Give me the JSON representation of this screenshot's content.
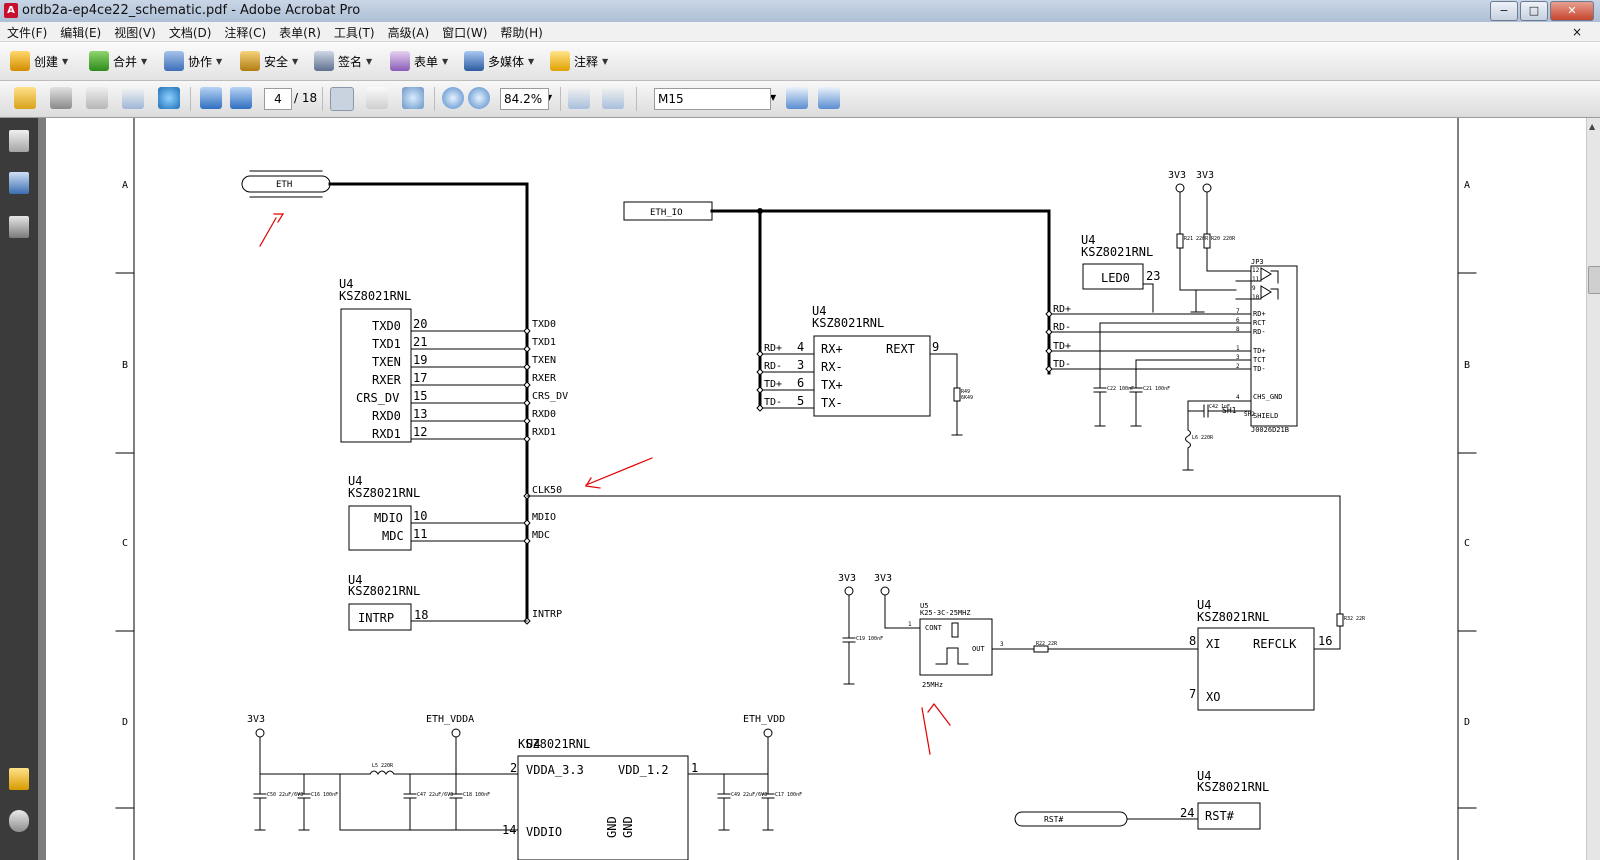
{
  "window": {
    "title": "ordb2a-ep4ce22_schematic.pdf - Adobe Acrobat Pro",
    "app_icon": "pdf-icon",
    "buttons": {
      "minimize": "−",
      "maximize": "□",
      "close": "✕"
    }
  },
  "menu": [
    "文件(F)",
    "编辑(E)",
    "视图(V)",
    "文档(D)",
    "注释(C)",
    "表单(R)",
    "工具(T)",
    "高级(A)",
    "窗口(W)",
    "帮助(H)"
  ],
  "menu_close": "×",
  "toolbar1": [
    {
      "label": "创建",
      "icon": "create-icon"
    },
    {
      "label": "合并",
      "icon": "combine-icon"
    },
    {
      "label": "协作",
      "icon": "collaborate-icon"
    },
    {
      "label": "安全",
      "icon": "lock-icon"
    },
    {
      "label": "签名",
      "icon": "pen-icon"
    },
    {
      "label": "表单",
      "icon": "form-icon"
    },
    {
      "label": "多媒体",
      "icon": "multimedia-icon"
    },
    {
      "label": "注释",
      "icon": "comment-icon"
    }
  ],
  "toolbar2": {
    "page_current": "4",
    "page_total": "/ 18",
    "zoom": "84.2%",
    "find_value": "M15"
  },
  "schematic": {
    "rows": [
      "A",
      "B",
      "C",
      "D"
    ],
    "eth_port": "ETH",
    "eth_io_port": "ETH_IO",
    "ref": "U4",
    "part": "KSZ8021RNL",
    "mii_pins": [
      {
        "name": "TXD0",
        "num": "20",
        "net": "TXD0"
      },
      {
        "name": "TXD1",
        "num": "21",
        "net": "TXD1"
      },
      {
        "name": "TXEN",
        "num": "19",
        "net": "TXEN"
      },
      {
        "name": "RXER",
        "num": "17",
        "net": "RXER"
      },
      {
        "name": "CRS_DV",
        "num": "15",
        "net": "CRS_DV"
      },
      {
        "name": "RXD0",
        "num": "13",
        "net": "RXD0"
      },
      {
        "name": "RXD1",
        "num": "12",
        "net": "RXD1"
      }
    ],
    "clk_net": "CLK50",
    "mdio_pins": [
      {
        "name": "MDIO",
        "num": "10",
        "net": "MDIO"
      },
      {
        "name": "MDC",
        "num": "11",
        "net": "MDC"
      }
    ],
    "intrp": {
      "name": "INTRP",
      "num": "18",
      "net": "INTRP"
    },
    "phy_pins": [
      {
        "name": "RX+",
        "num": "4",
        "net": "RD+"
      },
      {
        "name": "RX-",
        "num": "3",
        "net": "RD-"
      },
      {
        "name": "TX+",
        "num": "6",
        "net": "TD+"
      },
      {
        "name": "TX-",
        "num": "5",
        "net": "TD-"
      }
    ],
    "rext": {
      "name": "REXT",
      "num": "9",
      "res": "R49",
      "val": "6K49"
    },
    "led": {
      "name": "LED0",
      "num": "23"
    },
    "vcc": "3V3",
    "jack": {
      "ref": "JP3",
      "part": "J0026D21B",
      "pins_top": [
        "12",
        "11",
        "9",
        "10"
      ],
      "pins": [
        {
          "num": "7",
          "name": "RD+"
        },
        {
          "num": "6",
          "name": "RCT"
        },
        {
          "num": "8",
          "name": "RD-"
        },
        {
          "num": "1",
          "name": "TD+"
        },
        {
          "num": "3",
          "name": "TCT"
        },
        {
          "num": "2",
          "name": "TD-"
        }
      ],
      "chs": {
        "num": "4",
        "name": "CHS_GND"
      },
      "sh1": "SH1",
      "sh2": "SH2",
      "shield": "SHIELD"
    },
    "rj_nets": [
      "RD+",
      "RD-",
      "TD+",
      "TD-"
    ],
    "r21": "R21 220R",
    "r20": "R20 220R",
    "c22": "C22 100nF",
    "c21": "C21 100nF",
    "c42": "C42 1nF",
    "l6": "L6 220R",
    "osc": {
      "ref": "U5",
      "part": "K25-3C-25MHZ",
      "cont": "CONT",
      "out": "OUT",
      "freq": "25MHz",
      "pin1": "1",
      "pin3": "3"
    },
    "c19": "C19 100nF",
    "r22": "R22 22R",
    "r32": "R32 22R",
    "refclk": {
      "xi": "XI",
      "xi_num": "8",
      "refclk": "REFCLK",
      "refclk_num": "16",
      "xo": "XO",
      "xo_num": "7"
    },
    "power": {
      "vdda": "VDDA_3.3",
      "vdda_num": "2",
      "vdd": "VDD_1.2",
      "vdd_num": "1",
      "vddio": "VDDIO",
      "vddio_num": "14",
      "gnd1": "GND",
      "gnd2": "GND",
      "eth_vdda": "ETH_VDDA",
      "eth_vdd": "ETH_VDD",
      "l5": "L5 220R",
      "c50": "C50 22uF/6V3",
      "c16": "C16 100nF",
      "c47": "C47 22uF/6V3",
      "c18": "C18 100nF",
      "c49": "C49 22uF/6V3",
      "c17": "C17 100nF"
    },
    "rst": {
      "net": "RST#",
      "name": "RST#",
      "num": "24"
    }
  }
}
